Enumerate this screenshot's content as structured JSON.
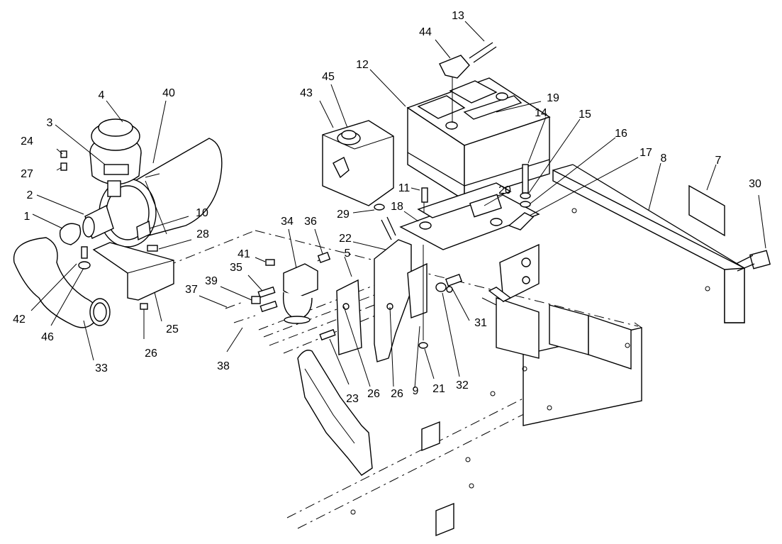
{
  "diagram": {
    "callouts": [
      {
        "id": "c1",
        "label": "1"
      },
      {
        "id": "c2",
        "label": "2"
      },
      {
        "id": "c3",
        "label": "3"
      },
      {
        "id": "c4",
        "label": "4"
      },
      {
        "id": "c5",
        "label": "5"
      },
      {
        "id": "c7",
        "label": "7"
      },
      {
        "id": "c8",
        "label": "8"
      },
      {
        "id": "c9",
        "label": "9"
      },
      {
        "id": "c10",
        "label": "10"
      },
      {
        "id": "c11",
        "label": "11"
      },
      {
        "id": "c12",
        "label": "12"
      },
      {
        "id": "c13",
        "label": "13"
      },
      {
        "id": "c14",
        "label": "14"
      },
      {
        "id": "c15",
        "label": "15"
      },
      {
        "id": "c16",
        "label": "16"
      },
      {
        "id": "c17",
        "label": "17"
      },
      {
        "id": "c18",
        "label": "18"
      },
      {
        "id": "c19",
        "label": "19"
      },
      {
        "id": "c20",
        "label": "20"
      },
      {
        "id": "c21",
        "label": "21"
      },
      {
        "id": "c22",
        "label": "22"
      },
      {
        "id": "c23",
        "label": "23"
      },
      {
        "id": "c24",
        "label": "24"
      },
      {
        "id": "c25",
        "label": "25"
      },
      {
        "id": "c26a",
        "label": "26"
      },
      {
        "id": "c26b",
        "label": "26"
      },
      {
        "id": "c26c",
        "label": "26"
      },
      {
        "id": "c27",
        "label": "27"
      },
      {
        "id": "c28",
        "label": "28"
      },
      {
        "id": "c29",
        "label": "29"
      },
      {
        "id": "c30",
        "label": "30"
      },
      {
        "id": "c31",
        "label": "31"
      },
      {
        "id": "c32",
        "label": "32"
      },
      {
        "id": "c33",
        "label": "33"
      },
      {
        "id": "c34",
        "label": "34"
      },
      {
        "id": "c35",
        "label": "35"
      },
      {
        "id": "c36",
        "label": "36"
      },
      {
        "id": "c37",
        "label": "37"
      },
      {
        "id": "c38",
        "label": "38"
      },
      {
        "id": "c39",
        "label": "39"
      },
      {
        "id": "c40",
        "label": "40"
      },
      {
        "id": "c41",
        "label": "41"
      },
      {
        "id": "c42",
        "label": "42"
      },
      {
        "id": "c43",
        "label": "43"
      },
      {
        "id": "c44",
        "label": "44"
      },
      {
        "id": "c45",
        "label": "45"
      },
      {
        "id": "c46",
        "label": "46"
      }
    ]
  }
}
